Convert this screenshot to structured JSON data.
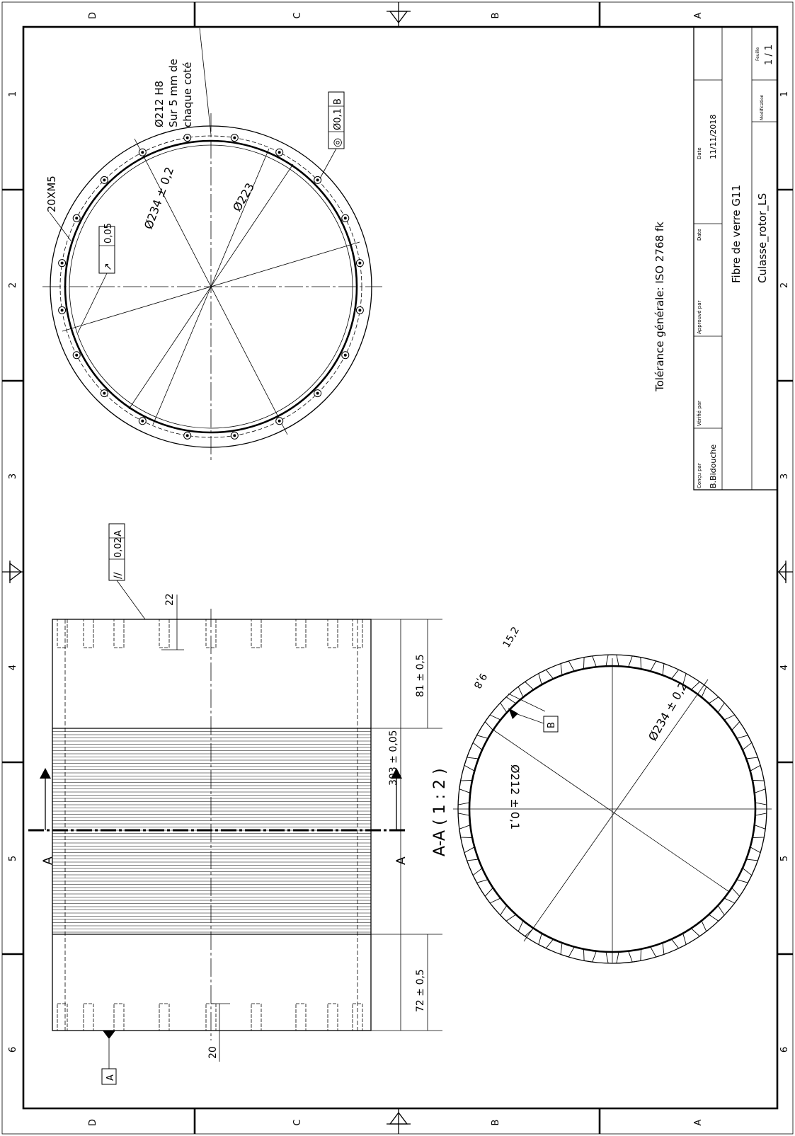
{
  "frame": {
    "zone_letters": [
      "D",
      "C",
      "B",
      "A"
    ],
    "zone_numbers": [
      "1",
      "2",
      "3",
      "4",
      "5",
      "6"
    ]
  },
  "general_tolerance": "Tolérance générale: ISO 2768 fk",
  "title_block": {
    "designed_by_label": "Conçu par",
    "designed_by": "B.Bidouche",
    "checked_by_label": "Vérifié par",
    "approved_by_label": "Approuvé par",
    "date_label_1": "Date",
    "date_label_2": "Date",
    "date": "11/11/2018",
    "material": "Fibre de verre G11",
    "part_name": "Culasse_rotor_LS",
    "modification_label": "Modification",
    "sheet_label": "Feuille",
    "sheet": "1 / 1"
  },
  "top_view": {
    "hole_pattern": "20XM5",
    "dia_212": "Ø212 H8",
    "note_line1": "Sur 5 mm de",
    "note_line2": "chaque coté",
    "dia_234": "Ø234 ± 0,2",
    "dia_223": "Ø223",
    "runout_symbol": "↗",
    "runout_value": "0,05",
    "concentricity_symbol": "◎",
    "concentricity_value": "Ø0,1",
    "concentricity_datum": "B"
  },
  "side_view": {
    "parallelism_symbol": "//",
    "parallelism_value": "0,02",
    "parallelism_datum": "A",
    "dim_22": "22",
    "dim_81": "81 ± 0,5",
    "dim_303": "303 ± 0,05",
    "dim_72": "72 ± 0,5",
    "dim_20": "20",
    "datum_a": "A",
    "section_mark_left": "A",
    "section_mark_right": "A"
  },
  "section_view": {
    "title": "A-A ( 1 : 2 )",
    "dim_15_2": "15,2",
    "dim_9_8": "9,8",
    "dia_212": "Ø212 ± 0,1",
    "dia_234": "Ø234 ± 0,2",
    "datum_b": "B"
  }
}
